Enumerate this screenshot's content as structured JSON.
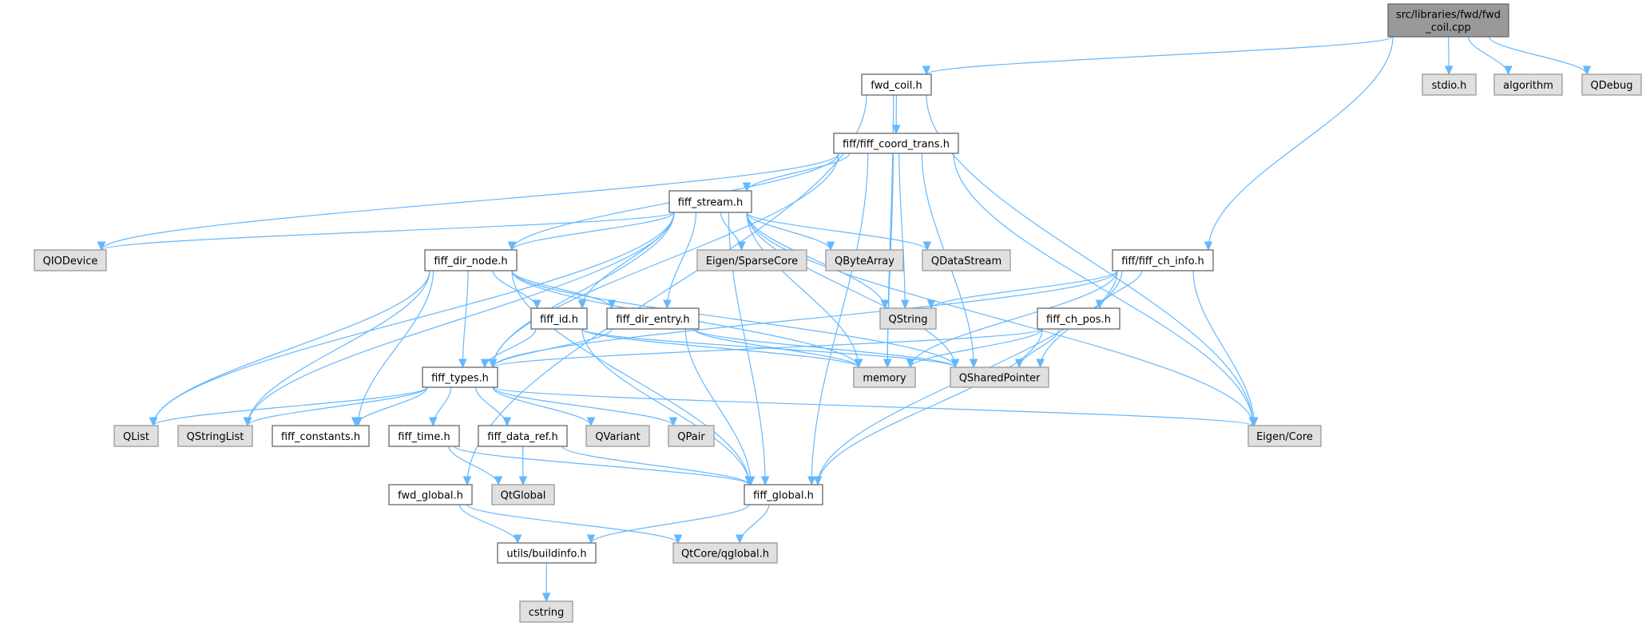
{
  "graph": {
    "type": "include-dependency-graph",
    "colors": {
      "edge": "#63b8ff",
      "source_fill": "#999999",
      "internal_fill": "#ffffff",
      "external_fill": "#e0e0e0"
    },
    "nodes": [
      {
        "id": "cpp",
        "label": "src/libraries/fwd/fwd\n_coil.cpp",
        "kind": "src"
      },
      {
        "id": "fwd_coil",
        "label": "fwd_coil.h",
        "kind": "int"
      },
      {
        "id": "stdio",
        "label": "stdio.h",
        "kind": "ext"
      },
      {
        "id": "algorithm",
        "label": "algorithm",
        "kind": "ext"
      },
      {
        "id": "qdebug",
        "label": "QDebug",
        "kind": "ext"
      },
      {
        "id": "coord_trans",
        "label": "fiff/fiff_coord_trans.h",
        "kind": "int"
      },
      {
        "id": "stream",
        "label": "fiff_stream.h",
        "kind": "int"
      },
      {
        "id": "qiodevice",
        "label": "QIODevice",
        "kind": "ext"
      },
      {
        "id": "dir_node",
        "label": "fiff_dir_node.h",
        "kind": "int"
      },
      {
        "id": "sparse",
        "label": "Eigen/SparseCore",
        "kind": "ext"
      },
      {
        "id": "qbytearray",
        "label": "QByteArray",
        "kind": "ext"
      },
      {
        "id": "qdatastream",
        "label": "QDataStream",
        "kind": "ext"
      },
      {
        "id": "ch_info",
        "label": "fiff/fiff_ch_info.h",
        "kind": "int"
      },
      {
        "id": "fiff_id",
        "label": "fiff_id.h",
        "kind": "int"
      },
      {
        "id": "dir_entry",
        "label": "fiff_dir_entry.h",
        "kind": "int"
      },
      {
        "id": "qstring",
        "label": "QString",
        "kind": "ext"
      },
      {
        "id": "ch_pos",
        "label": "fiff_ch_pos.h",
        "kind": "int"
      },
      {
        "id": "types",
        "label": "fiff_types.h",
        "kind": "int"
      },
      {
        "id": "memory",
        "label": "memory",
        "kind": "ext"
      },
      {
        "id": "qshared",
        "label": "QSharedPointer",
        "kind": "ext"
      },
      {
        "id": "qlist",
        "label": "QList",
        "kind": "ext"
      },
      {
        "id": "qstringlist",
        "label": "QStringList",
        "kind": "ext"
      },
      {
        "id": "constants",
        "label": "fiff_constants.h",
        "kind": "int"
      },
      {
        "id": "time",
        "label": "fiff_time.h",
        "kind": "int"
      },
      {
        "id": "data_ref",
        "label": "fiff_data_ref.h",
        "kind": "int"
      },
      {
        "id": "qvariant",
        "label": "QVariant",
        "kind": "ext"
      },
      {
        "id": "qpair",
        "label": "QPair",
        "kind": "ext"
      },
      {
        "id": "eigen_core",
        "label": "Eigen/Core",
        "kind": "ext"
      },
      {
        "id": "fwd_global",
        "label": "fwd_global.h",
        "kind": "int"
      },
      {
        "id": "qtglobal",
        "label": "QtGlobal",
        "kind": "ext"
      },
      {
        "id": "fiff_global",
        "label": "fiff_global.h",
        "kind": "int"
      },
      {
        "id": "buildinfo",
        "label": "utils/buildinfo.h",
        "kind": "int"
      },
      {
        "id": "qglobal",
        "label": "QtCore/qglobal.h",
        "kind": "ext"
      },
      {
        "id": "cstring",
        "label": "cstring",
        "kind": "ext"
      }
    ],
    "edges": [
      [
        "cpp",
        "fwd_coil"
      ],
      [
        "cpp",
        "stdio"
      ],
      [
        "cpp",
        "algorithm"
      ],
      [
        "cpp",
        "qdebug"
      ],
      [
        "cpp",
        "ch_info"
      ],
      [
        "fwd_coil",
        "coord_trans"
      ],
      [
        "fwd_coil",
        "fwd_global"
      ],
      [
        "fwd_coil",
        "memory"
      ],
      [
        "fwd_coil",
        "eigen_core"
      ],
      [
        "coord_trans",
        "stream"
      ],
      [
        "coord_trans",
        "dir_node"
      ],
      [
        "coord_trans",
        "types"
      ],
      [
        "coord_trans",
        "qiodevice"
      ],
      [
        "coord_trans",
        "qstring"
      ],
      [
        "coord_trans",
        "memory"
      ],
      [
        "coord_trans",
        "qshared"
      ],
      [
        "coord_trans",
        "eigen_core"
      ],
      [
        "coord_trans",
        "fiff_global"
      ],
      [
        "stream",
        "qiodevice"
      ],
      [
        "stream",
        "dir_node"
      ],
      [
        "stream",
        "types"
      ],
      [
        "stream",
        "fiff_id"
      ],
      [
        "stream",
        "dir_entry"
      ],
      [
        "stream",
        "qlist"
      ],
      [
        "stream",
        "qstringlist"
      ],
      [
        "stream",
        "sparse"
      ],
      [
        "stream",
        "qbytearray"
      ],
      [
        "stream",
        "qdatastream"
      ],
      [
        "stream",
        "qstring"
      ],
      [
        "stream",
        "memory"
      ],
      [
        "stream",
        "qshared"
      ],
      [
        "stream",
        "eigen_core"
      ],
      [
        "stream",
        "fiff_global"
      ],
      [
        "ch_info",
        "types"
      ],
      [
        "ch_info",
        "qstring"
      ],
      [
        "ch_info",
        "memory"
      ],
      [
        "ch_info",
        "qshared"
      ],
      [
        "ch_info",
        "ch_pos"
      ],
      [
        "ch_info",
        "eigen_core"
      ],
      [
        "ch_info",
        "fiff_global"
      ],
      [
        "ch_pos",
        "types"
      ],
      [
        "ch_pos",
        "memory"
      ],
      [
        "ch_pos",
        "qshared"
      ],
      [
        "ch_pos",
        "fiff_global"
      ],
      [
        "dir_node",
        "qlist"
      ],
      [
        "dir_node",
        "qstringlist"
      ],
      [
        "dir_node",
        "types"
      ],
      [
        "dir_node",
        "fiff_id"
      ],
      [
        "dir_node",
        "dir_entry"
      ],
      [
        "dir_node",
        "constants"
      ],
      [
        "dir_node",
        "fiff_global"
      ],
      [
        "dir_node",
        "memory"
      ],
      [
        "dir_node",
        "qshared"
      ],
      [
        "fiff_id",
        "types"
      ],
      [
        "fiff_id",
        "memory"
      ],
      [
        "fiff_id",
        "qshared"
      ],
      [
        "fiff_id",
        "fiff_global"
      ],
      [
        "dir_entry",
        "types"
      ],
      [
        "dir_entry",
        "memory"
      ],
      [
        "dir_entry",
        "qshared"
      ],
      [
        "dir_entry",
        "fiff_global"
      ],
      [
        "types",
        "qlist"
      ],
      [
        "types",
        "qstringlist"
      ],
      [
        "types",
        "constants"
      ],
      [
        "types",
        "time"
      ],
      [
        "types",
        "data_ref"
      ],
      [
        "types",
        "qvariant"
      ],
      [
        "types",
        "qpair"
      ],
      [
        "types",
        "eigen_core"
      ],
      [
        "time",
        "qtglobal"
      ],
      [
        "time",
        "fiff_global"
      ],
      [
        "data_ref",
        "qtglobal"
      ],
      [
        "data_ref",
        "fiff_global"
      ],
      [
        "fwd_global",
        "buildinfo"
      ],
      [
        "fwd_global",
        "qglobal"
      ],
      [
        "fiff_global",
        "buildinfo"
      ],
      [
        "fiff_global",
        "qglobal"
      ],
      [
        "buildinfo",
        "cstring"
      ]
    ]
  }
}
